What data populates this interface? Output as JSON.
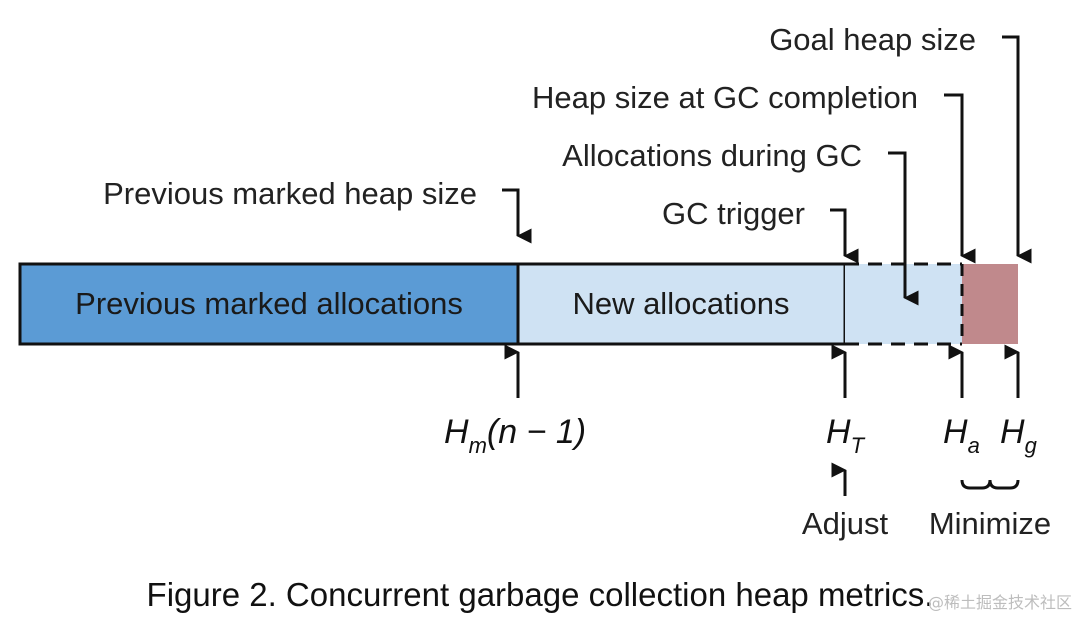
{
  "labels": {
    "goal_heap_size": "Goal heap size",
    "heap_size_at_gc_completion": "Heap size at GC completion",
    "allocations_during_gc": "Allocations during GC",
    "previous_marked_heap_size": "Previous marked heap size",
    "gc_trigger": "GC trigger"
  },
  "segments": {
    "previous_marked_allocations": "Previous marked allocations",
    "new_allocations": "New allocations"
  },
  "metrics": {
    "hm": {
      "base": "H",
      "sub": "m",
      "suffix": "(n − 1)"
    },
    "ht": {
      "base": "H",
      "sub": "T"
    },
    "ha": {
      "base": "H",
      "sub": "a"
    },
    "hg": {
      "base": "H",
      "sub": "g"
    }
  },
  "annotations": {
    "adjust": "Adjust",
    "minimize": "Minimize"
  },
  "caption": "Figure 2.  Concurrent garbage collection heap metrics.",
  "watermark": "@稀土掘金技术社区",
  "colors": {
    "previous_marked": "#5b9bd5",
    "new_allocations": "#cfe2f3",
    "during_gc": "#cfe2f3",
    "goal_region": "#c0898c"
  }
}
